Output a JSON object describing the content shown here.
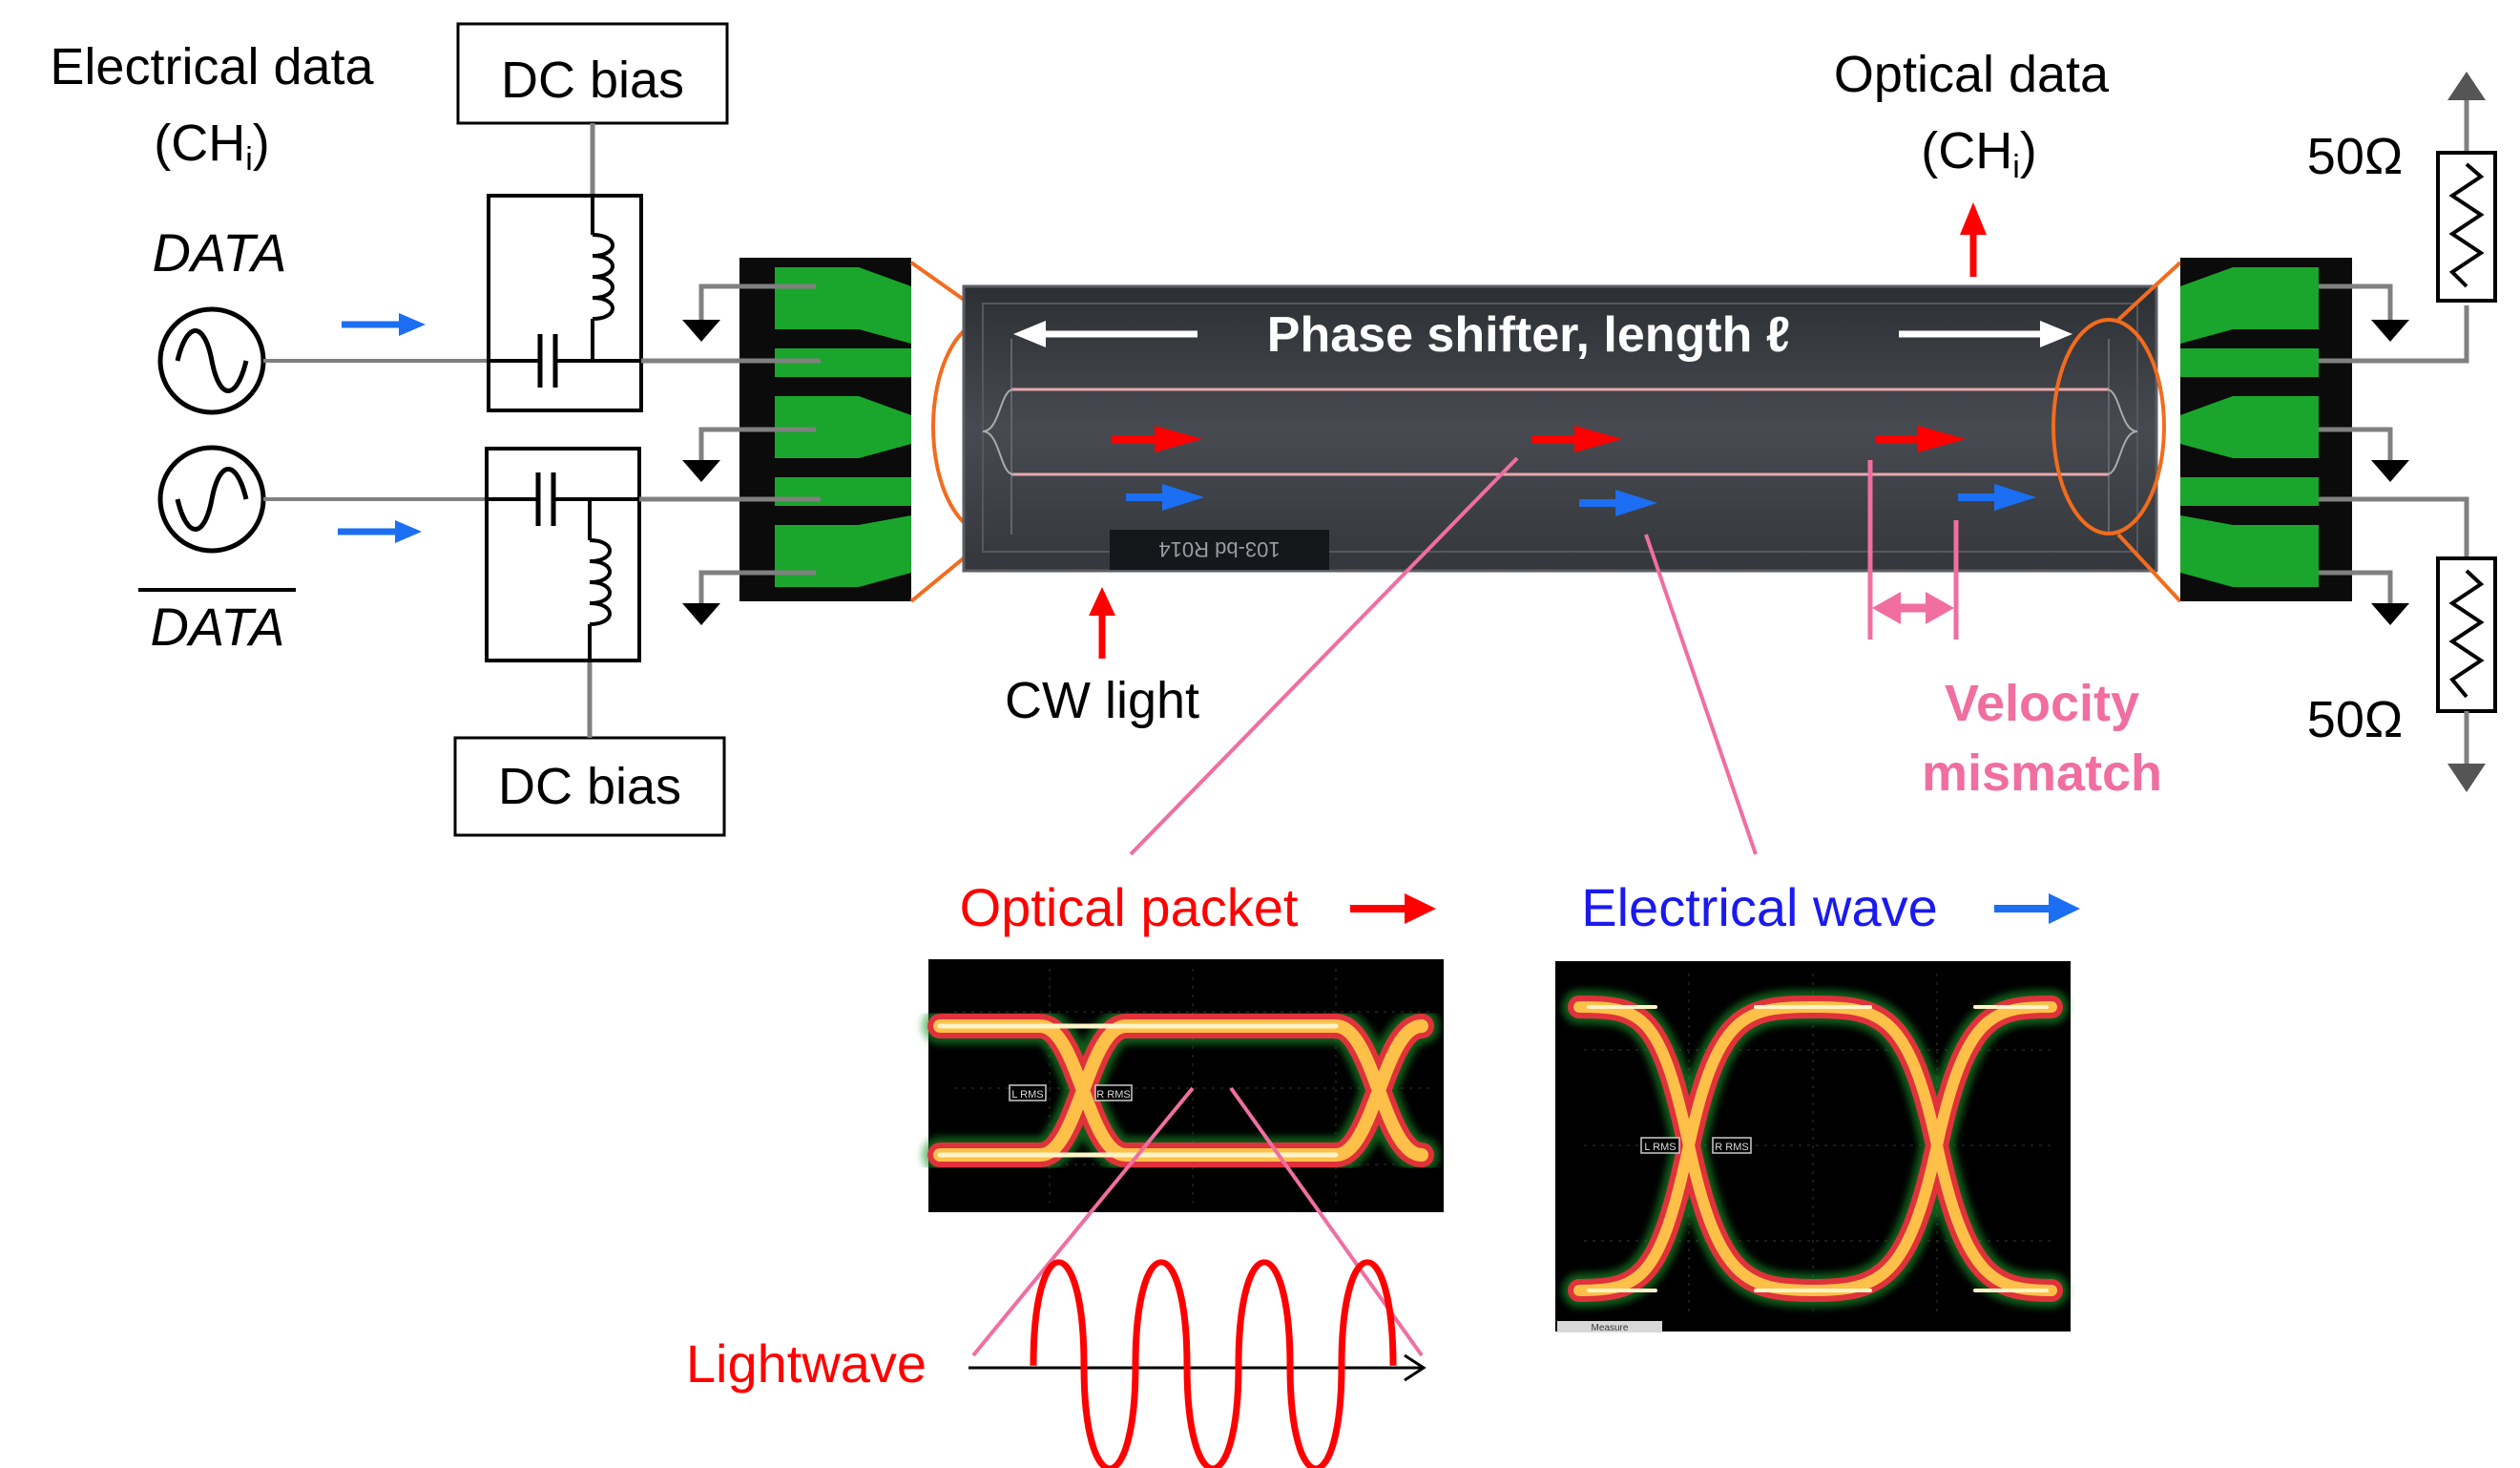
{
  "labels": {
    "electrical_data": "Electrical data",
    "electrical_ch": "(CH",
    "optical_data": "Optical data",
    "optical_ch": "(CH",
    "ch_sub": "i",
    "ch_close": ")",
    "data": "DATA",
    "data_bar": "DATA",
    "dc_bias_top": "DC bias",
    "dc_bias_bottom": "DC bias",
    "phase_shifter": "Phase shifter, length ℓ",
    "cw_light": "CW light",
    "velocity": "Velocity",
    "mismatch": "mismatch",
    "res_top": "50Ω",
    "res_bottom": "50Ω",
    "optical_packet": "Optical packet",
    "electrical_wave": "Electrical wave",
    "lightwave": "Lightwave",
    "chip_mark": "103-bd R014",
    "lrms_1": "L RMS",
    "rrms_1": "R RMS",
    "lrms_2": "L RMS",
    "rrms_2": "R RMS",
    "measure_tab": "Measure"
  },
  "colors": {
    "optical": "#ff0000",
    "electrical": "#1c6ef2",
    "electrical_text": "#1a1aee",
    "pink": "#f06ea0",
    "orange": "#f26c1e",
    "pad_green": "#1aa62c",
    "chip_gray": "#3a3d42",
    "wire_gray": "#808080"
  }
}
